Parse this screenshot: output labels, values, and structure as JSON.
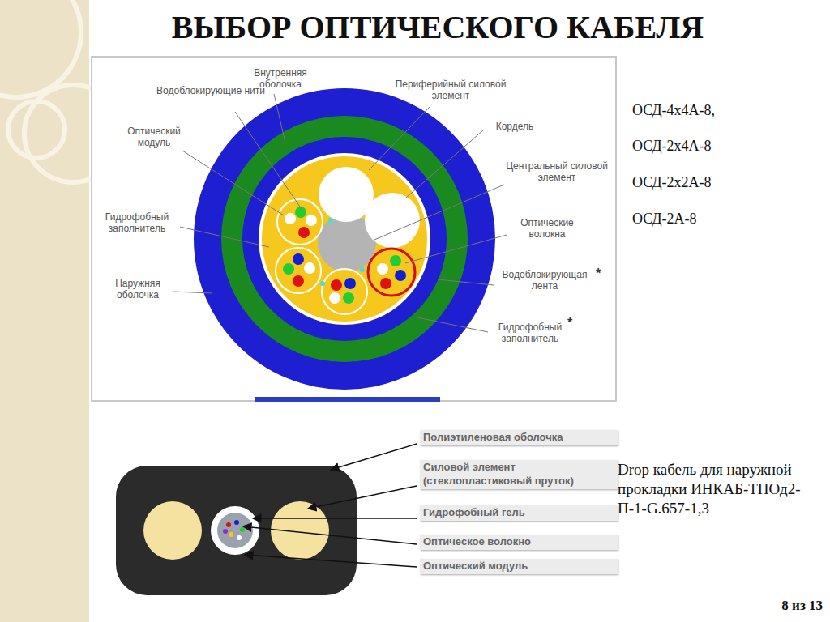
{
  "diagram": {
    "title": "ВЫБОР ОПТИЧЕСКОГО КАБЕЛЯ",
    "labels": [
      "Внутренняя оболочка",
      "Водоблокирующие нити",
      "Периферийный силовой элемент",
      "Кордель",
      "Оптический модуль",
      "Центральный силовой элемент",
      "Гидрофобный заполнитель",
      "Оптические волокна",
      "Наружняя оболочка",
      "Водоблокирующая лента",
      "*",
      "Гидрофобный заполнитель",
      "*",
      "ОСД-4х4А-8,",
      "ОСД-2х4А-8",
      "ОСД-2х2А-8",
      "ОСД-2А-8",
      "Полиэтиленовая оболочка",
      "Силовой элемент (стеклопластиковый пруток)",
      "Гидрофобный гель",
      "Оптическое волокно",
      "Оптический модуль",
      "Drop кабель для наружной прокладки ИНКАБ-ТПОд2-П-1-G.657-1,3",
      "8 из 13"
    ]
  }
}
